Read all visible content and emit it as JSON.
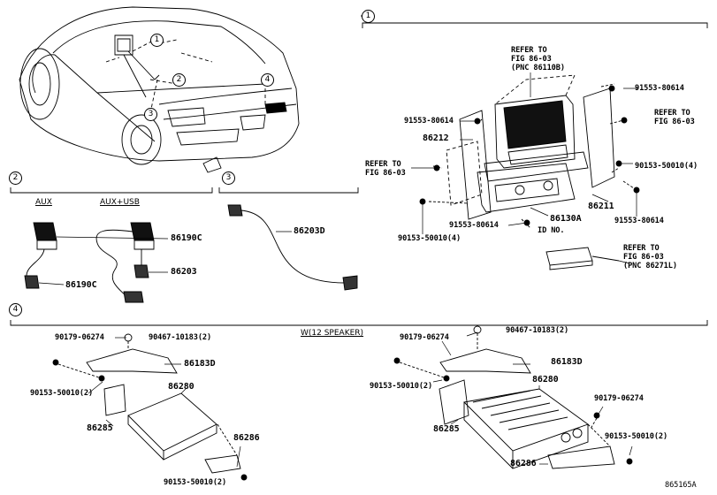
{
  "callouts": [
    "1",
    "2",
    "3",
    "4"
  ],
  "section1": {
    "refer_top": [
      "REFER TO",
      "FIG 86-03",
      "(PNC 86110B)"
    ],
    "refer_right": [
      "REFER TO",
      "FIG 86-03"
    ],
    "refer_left": [
      "REFER TO",
      "FIG 86-03"
    ],
    "refer_bottom": [
      "REFER TO",
      "FIG 86-03",
      "(PNC 86271L)"
    ],
    "parts": {
      "p91553_tr": "91553-80614",
      "p91553_tl": "91553-80614",
      "p86212": "86212",
      "p90153_r": "90153-50010(4)",
      "p86211": "86211",
      "p91553_br": "91553-80614",
      "p91553_bm": "91553-80614",
      "p86130a": "86130A",
      "id_no": "ID NO.",
      "p90153_l": "90153-50010(4)"
    }
  },
  "section2": {
    "aux_label": "AUX",
    "aux_usb_label": "AUX+USB",
    "p86190c_a": "86190C",
    "p86190c_b": "86190C",
    "p86203": "86203"
  },
  "section3": {
    "p86203d": "86203D"
  },
  "section4": {
    "speaker_label": "W(12 SPEAKER)",
    "left": {
      "p90179": "90179-06274",
      "p90467": "90467-10183(2)",
      "p86183d": "86183D",
      "p90153": "90153-50010(2)",
      "p86280": "86280",
      "p86285": "86285",
      "p86286": "86286",
      "p90153_b": "90153-50010(2)"
    },
    "right": {
      "p90179": "90179-06274",
      "p90467": "90467-10183(2)",
      "p86183d": "86183D",
      "p90153": "90153-50010(2)",
      "p86280": "86280",
      "p90179_b": "90179-06274",
      "p90153_b": "90153-50010(2)",
      "p86285": "86285",
      "p86286": "86286"
    }
  },
  "figure_id": "865165A"
}
